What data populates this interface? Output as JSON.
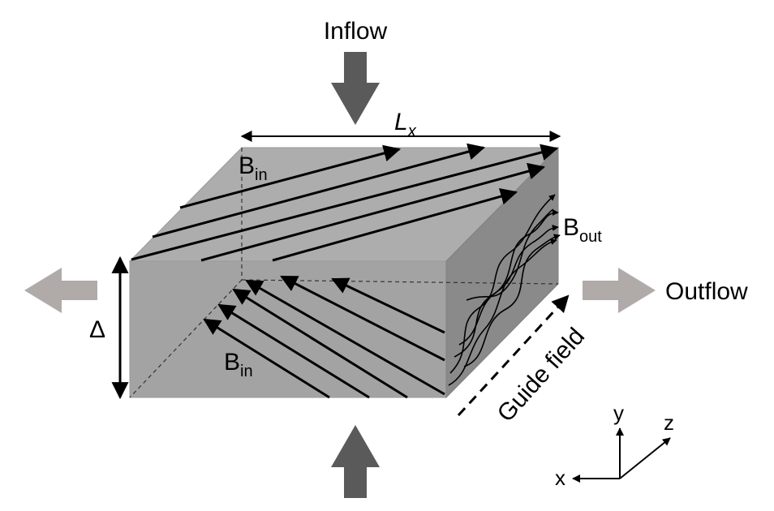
{
  "labels": {
    "inflow": "Inflow",
    "outflow": "Outflow",
    "lx_base": "L",
    "lx_sub": "x",
    "b_top_base": "B",
    "b_top_sub": "in",
    "b_front_base": "B",
    "b_front_sub": "in",
    "b_out_base": "B",
    "b_out_sub": "out",
    "delta": "Δ",
    "guide_field": "Guide field",
    "axis_x": "x",
    "axis_y": "y",
    "axis_z": "z"
  },
  "colors": {
    "top_face": "#adadad",
    "front_face": "#a3a3a3",
    "right_face": "#8a8a8a",
    "inflow_arrow": "#5a5a5a",
    "outflow_arrow": "#b0aba9",
    "lines": "#000000"
  }
}
